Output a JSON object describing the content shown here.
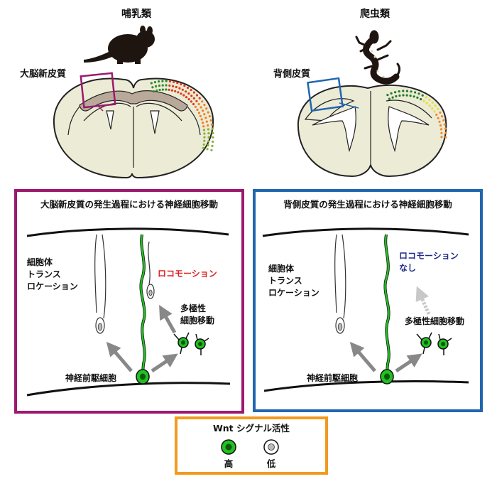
{
  "top": {
    "mammal_label": "哺乳類",
    "reptile_label": "爬虫類",
    "neocortex_label": "大脳新皮質",
    "dorsal_cortex_label": "背側皮質"
  },
  "panels": {
    "mammal": {
      "title": "大脳新皮質の発生過程における神経細胞移動",
      "somal": [
        "細胞体",
        "トランス",
        "ロケーション"
      ],
      "locomotion": "ロコモーション",
      "multipolar": [
        "多極性",
        "細胞移動"
      ],
      "progenitor": "神経前駆細胞"
    },
    "reptile": {
      "title": "背側皮質の発生過程における神経細胞移動",
      "somal": [
        "細胞体",
        "トランス",
        "ロケーション"
      ],
      "locomotion": [
        "ロコモーション",
        "なし"
      ],
      "multipolar": "多極性細胞移動",
      "progenitor": "神経前駆細胞"
    }
  },
  "legend": {
    "title": "Wnt シグナル活性",
    "high": "高",
    "low": "低"
  },
  "colors": {
    "mammal_frame": "#9b1a6e",
    "reptile_frame": "#2166b0",
    "legend_frame": "#f39a1e",
    "cell_green": "#22c022",
    "locomotion_red": "#e02020",
    "locomotion_blue": "#1f2a8a",
    "brain_fill": "#ecebd6",
    "arrow_gray": "#8a8a8a"
  }
}
